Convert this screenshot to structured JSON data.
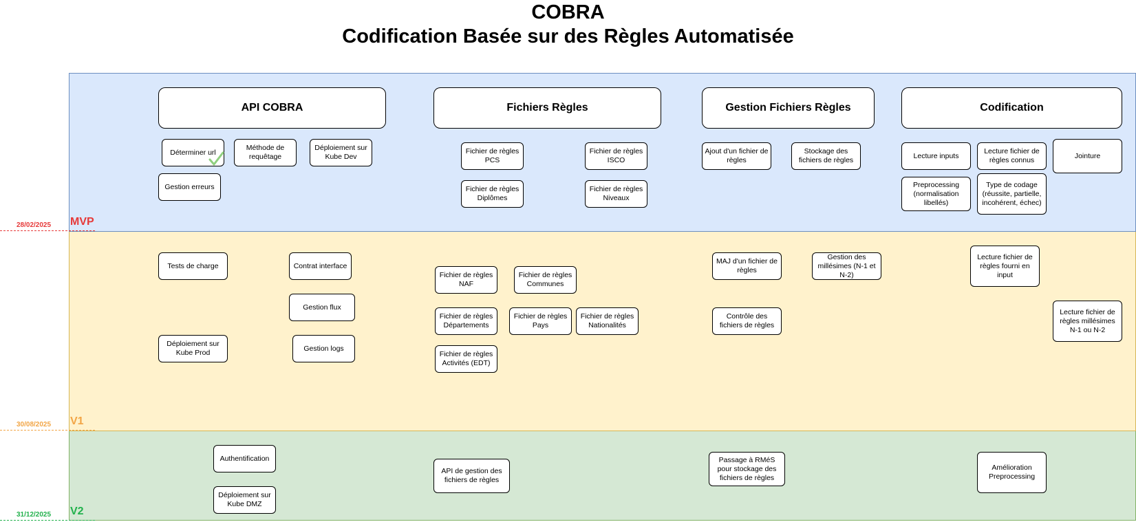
{
  "title": {
    "line1": "COBRA",
    "line2": "Codification Basée sur des Règles Automatisée"
  },
  "milestones": {
    "mvp": {
      "label": "MVP",
      "date": "28/02/2025",
      "color": "#e63939"
    },
    "v1": {
      "label": "V1",
      "date": "30/08/2025",
      "color": "#f2a545"
    },
    "v2": {
      "label": "V2",
      "date": "31/12/2025",
      "color": "#22b14c"
    }
  },
  "columns": {
    "api": "API COBRA",
    "fichiers": "Fichiers Règles",
    "gestion": "Gestion Fichiers Règles",
    "codif": "Codification"
  },
  "tasks": {
    "api_mvp_1": {
      "label": "Déterminer url",
      "done": true
    },
    "api_mvp_2": {
      "label": "Méthode de requêtage"
    },
    "api_mvp_3": {
      "label": "Déploiement sur Kube Dev"
    },
    "api_mvp_4": {
      "label": "Gestion erreurs"
    },
    "fr_mvp_1": {
      "label": "Fichier de règles PCS"
    },
    "fr_mvp_2": {
      "label": "Fichier de règles ISCO"
    },
    "fr_mvp_3": {
      "label": "Fichier de règles Diplômes"
    },
    "fr_mvp_4": {
      "label": "Fichier de règles Niveaux"
    },
    "gfr_mvp_1": {
      "label": "Ajout d'un fichier de règles"
    },
    "gfr_mvp_2": {
      "label": "Stockage des fichiers de règles"
    },
    "cod_mvp_1": {
      "label": "Lecture inputs"
    },
    "cod_mvp_2": {
      "label": "Lecture fichier de règles connus"
    },
    "cod_mvp_3": {
      "label": "Jointure"
    },
    "cod_mvp_4": {
      "label": "Preprocessing (normalisation libellés)"
    },
    "cod_mvp_5": {
      "label": "Type de codage (réussite, partielle, incohérent, échec)"
    },
    "api_v1_1": {
      "label": "Tests de charge"
    },
    "api_v1_2": {
      "label": "Contrat interface"
    },
    "api_v1_3": {
      "label": "Gestion flux"
    },
    "api_v1_4": {
      "label": "Déploiement sur Kube Prod"
    },
    "api_v1_5": {
      "label": "Gestion logs"
    },
    "fr_v1_1": {
      "label": "Fichier de règles NAF"
    },
    "fr_v1_2": {
      "label": "Fichier de règles Communes"
    },
    "fr_v1_3": {
      "label": "Fichier de règles Départements"
    },
    "fr_v1_4": {
      "label": "Fichier de règles Pays"
    },
    "fr_v1_5": {
      "label": "Fichier de règles Nationalités"
    },
    "fr_v1_6": {
      "label": "Fichier de règles Activités (EDT)"
    },
    "gfr_v1_1": {
      "label": "MAJ d'un fichier de règles"
    },
    "gfr_v1_2": {
      "label": "Gestion des millésimes (N-1 et N-2)"
    },
    "gfr_v1_3": {
      "label": "Contrôle des fichiers de règles"
    },
    "cod_v1_1": {
      "label": "Lecture fichier de règles fourni en input"
    },
    "cod_v1_2": {
      "label": "Lecture fichier de règles millésimes N-1 ou N-2"
    },
    "api_v2_1": {
      "label": "Authentification"
    },
    "api_v2_2": {
      "label": "Déploiement sur Kube DMZ"
    },
    "fr_v2_1": {
      "label": "API de gestion des fichiers de règles"
    },
    "gfr_v2_1": {
      "label": "Passage à RMéS pour stockage des fichiers de règles"
    },
    "cod_v2_1": {
      "label": "Amélioration Preprocessing"
    }
  }
}
